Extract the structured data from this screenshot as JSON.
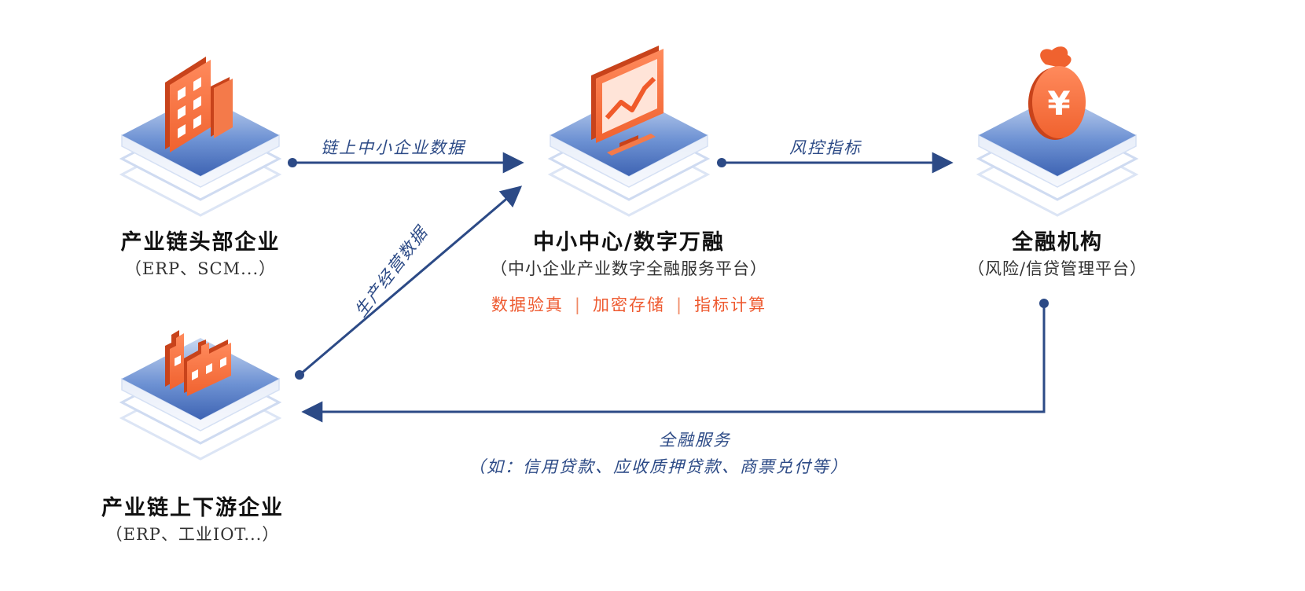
{
  "nodes": {
    "head": {
      "title": "产业链头部企业",
      "subtitle": "（ERP、SCM...）"
    },
    "center": {
      "title": "中小中心/数字万融",
      "subtitle": "（中小企业产业数字全融服务平台）",
      "features": [
        "数据验真",
        "加密存储",
        "指标计算"
      ],
      "separator": "|"
    },
    "finance": {
      "title": "全融机构",
      "subtitle": "（风险/信贷管理平台）"
    },
    "chain": {
      "title": "产业链上下游企业",
      "subtitle": "（ERP、工业IOT...）"
    }
  },
  "edges": {
    "head_to_center": "链上中小企业数据",
    "center_to_finance": "风控指标",
    "chain_to_center": "生产经营数据",
    "finance_to_chain": {
      "line1": "全融服务",
      "line2": "（如：信用贷款、应收质押贷款、商票兑付等）"
    }
  },
  "colors": {
    "accent": "#f26a3d",
    "accent_dark": "#c8431b",
    "arrow": "#2c4a86",
    "platform_top": "#4a73c4",
    "platform_edge": "#dde6f6",
    "highlight": "#ee5a30"
  },
  "icons": [
    "building-icon",
    "monitor-chart-icon",
    "money-bag-icon",
    "factory-icon"
  ]
}
